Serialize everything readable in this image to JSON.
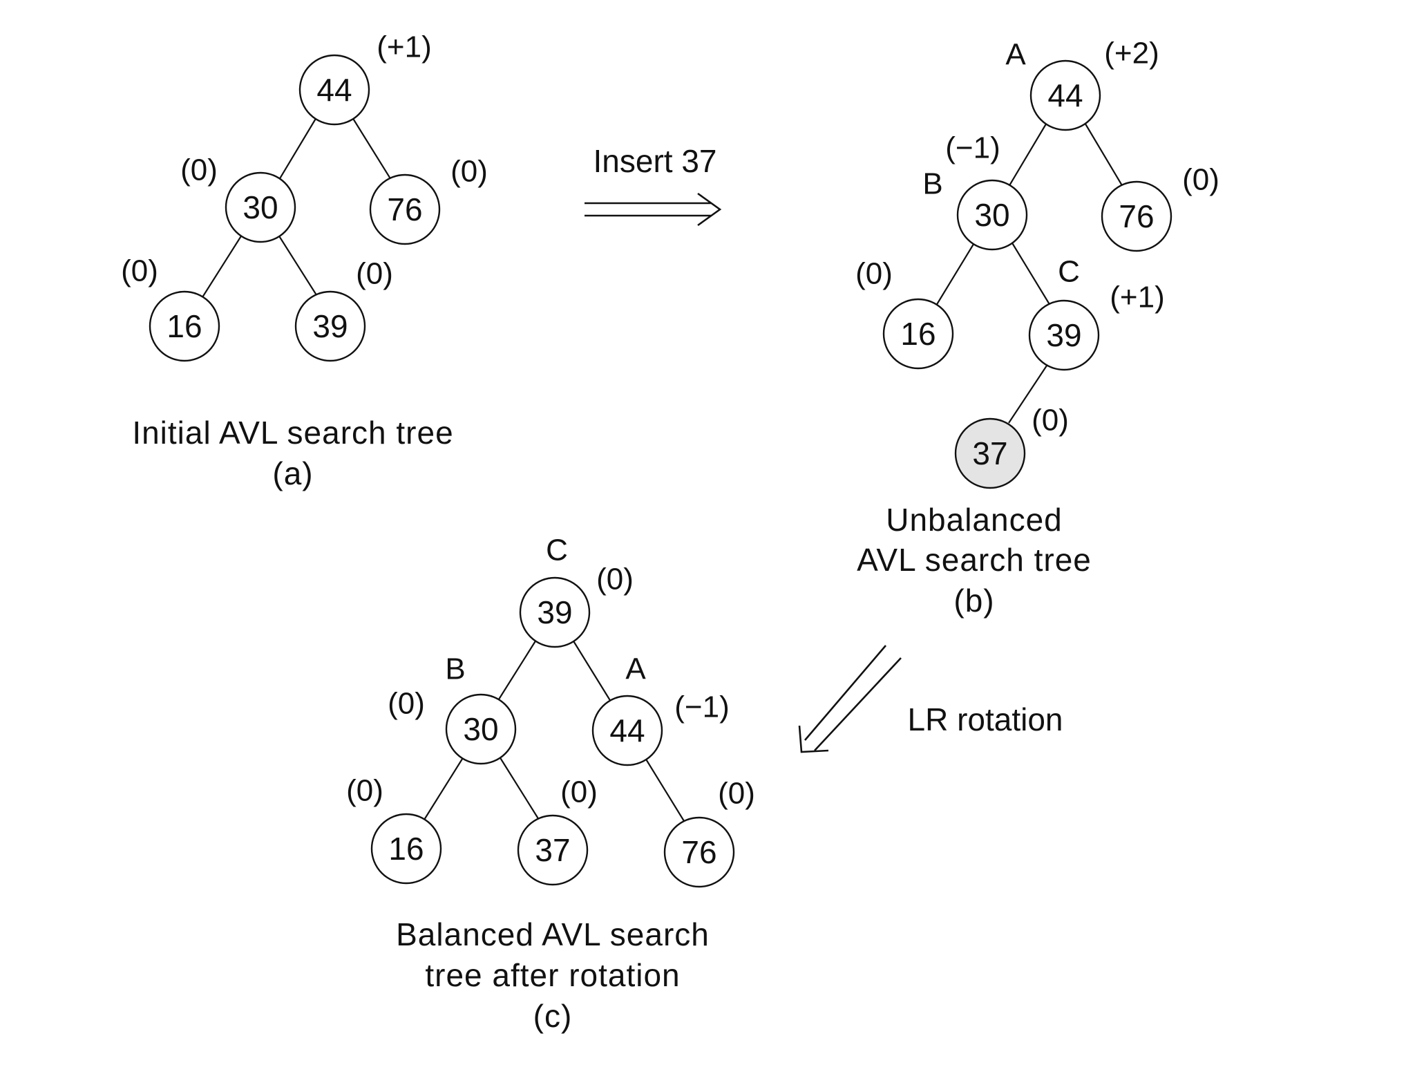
{
  "trees": [
    {
      "id": "a",
      "nodes": [
        {
          "value": "44",
          "bf": "(+1)"
        },
        {
          "value": "30",
          "bf": "(0)"
        },
        {
          "value": "76",
          "bf": "(0)"
        },
        {
          "value": "16",
          "bf": "(0)"
        },
        {
          "value": "39",
          "bf": "(0)"
        }
      ],
      "caption": [
        "Initial AVL search tree",
        "(a)"
      ]
    },
    {
      "id": "b",
      "nodes": [
        {
          "value": "44",
          "bf": "(+2)",
          "tag": "A"
        },
        {
          "value": "30",
          "bf": "(−1)",
          "tag": "B"
        },
        {
          "value": "76",
          "bf": "(0)"
        },
        {
          "value": "16",
          "bf": "(0)"
        },
        {
          "value": "39",
          "bf": "(+1)",
          "tag": "C"
        },
        {
          "value": "37",
          "bf": "(0)",
          "highlight": true
        }
      ],
      "caption": [
        "Unbalanced",
        "AVL search tree",
        "(b)"
      ]
    },
    {
      "id": "c",
      "nodes": [
        {
          "value": "39",
          "bf": "(0)",
          "tag": "C"
        },
        {
          "value": "30",
          "bf": "(0)",
          "tag": "B"
        },
        {
          "value": "44",
          "bf": "(−1)",
          "tag": "A"
        },
        {
          "value": "16",
          "bf": "(0)"
        },
        {
          "value": "37",
          "bf": "(0)"
        },
        {
          "value": "76",
          "bf": "(0)"
        }
      ],
      "caption": [
        "Balanced AVL search",
        "tree after rotation",
        "(c)"
      ]
    }
  ],
  "operations": {
    "insert_label": "Insert 37",
    "rotation_label": "LR rotation"
  }
}
